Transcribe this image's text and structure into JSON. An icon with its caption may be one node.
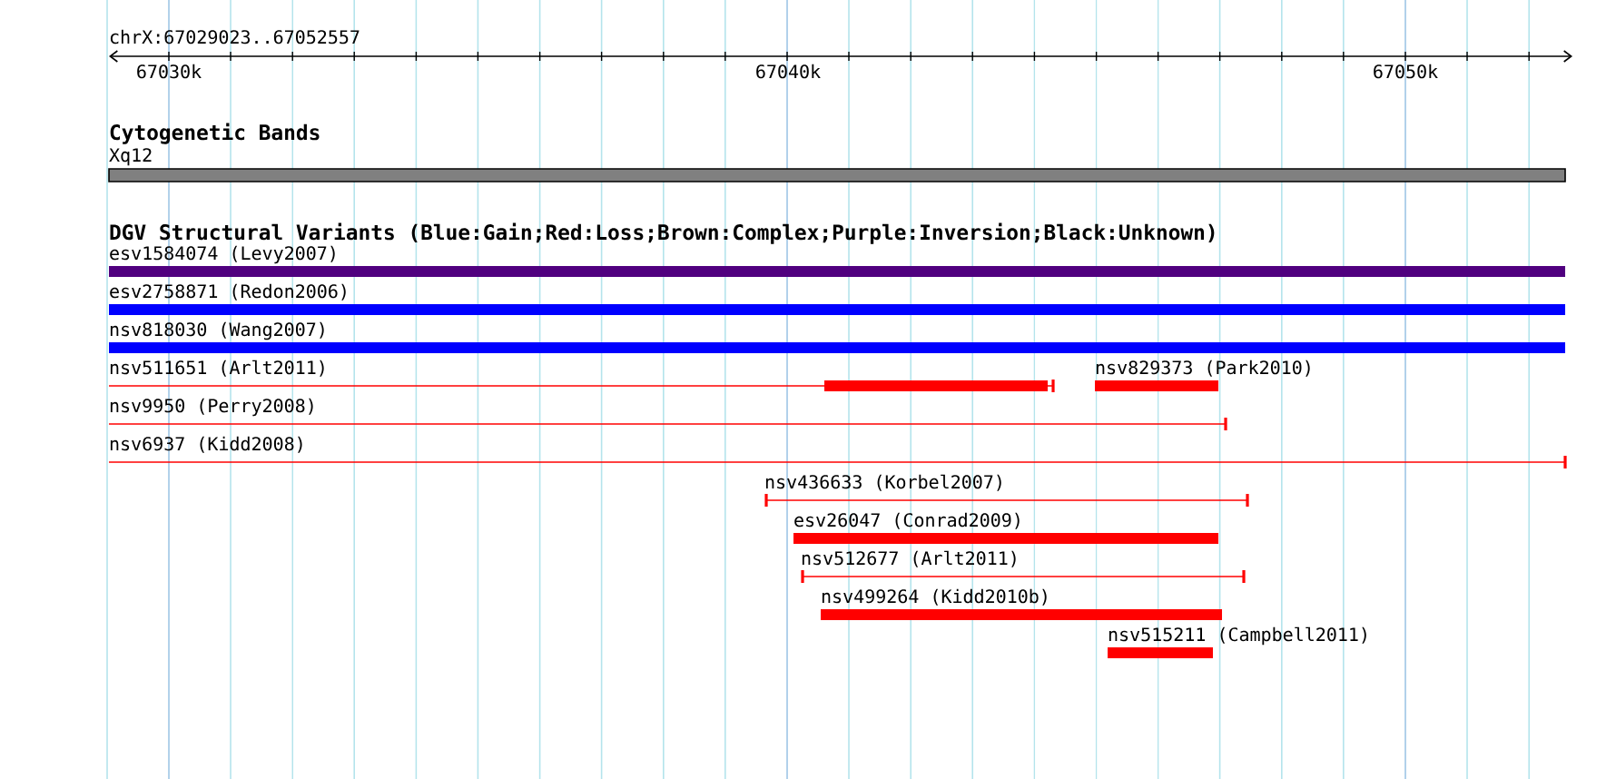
{
  "diagram": {
    "nodes": [
      {
        "text": [
          "Xq12"
        ]
      },
      {
        "text": [
          "esv1584074 (Levy2007)"
        ]
      },
      {
        "text": [
          "esv2758871 (Redon2006)"
        ]
      },
      {
        "text": [
          "nsv818030 (Wang2007)"
        ]
      },
      {
        "text": [
          "nsv511651 (Arlt2011)"
        ]
      },
      {
        "text": [
          "nsv829373 (Park2010)"
        ]
      },
      {
        "text": [
          "nsv9950 (Perry2008)"
        ]
      },
      {
        "text": [
          "nsv6937 (Kidd2008)"
        ]
      },
      {
        "text": [
          "nsv436633 (Korbel2007)"
        ]
      },
      {
        "text": [
          "esv26047 (Conrad2009)"
        ]
      },
      {
        "text": [
          "nsv512677 (Arlt2011)"
        ]
      },
      {
        "text": [
          "nsv499264 (Kidd2010b)"
        ]
      },
      {
        "text": [
          "nsv515211 (Campbell2011)"
        ]
      }
    ],
    "edges": [],
    "labels": [
      "chrX:67029023..67052557",
      "67030k",
      "67040k",
      "67050k",
      "Cytogenetic Bands",
      "DGV Structural Variants (Blue:Gain;Red:Loss;Brown:Complex;Purple:Inversion;Black:Unknown)"
    ]
  }
}
